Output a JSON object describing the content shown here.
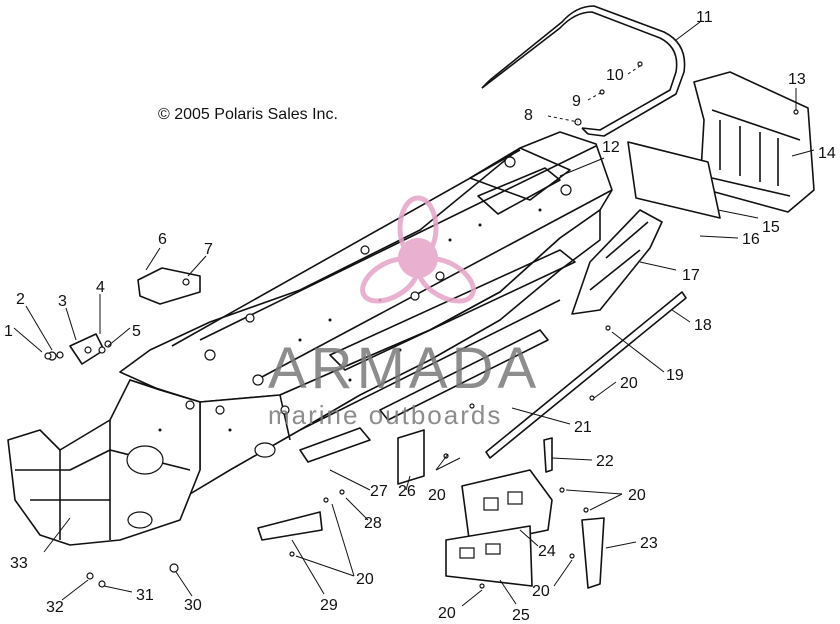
{
  "copyright": "© 2005 Polaris Sales Inc.",
  "watermark": {
    "brand": "ARMADA",
    "tagline": "marine outboards",
    "logo_color": "#e7a3c7",
    "text_color": "#7a7a7a"
  },
  "callouts": {
    "c1": "1",
    "c2": "2",
    "c3": "3",
    "c4": "4",
    "c5": "5",
    "c6": "6",
    "c7": "7",
    "c8": "8",
    "c9": "9",
    "c10": "10",
    "c11": "11",
    "c12": "12",
    "c13": "13",
    "c14": "14",
    "c15": "15",
    "c16": "16",
    "c17": "17",
    "c18": "18",
    "c19": "19",
    "c20a": "20",
    "c21": "21",
    "c22": "22",
    "c20b": "20",
    "c20c": "20",
    "c23": "23",
    "c24": "24",
    "c26": "26",
    "c27": "27",
    "c28": "28",
    "c20d": "20",
    "c20e": "20",
    "c25": "25",
    "c20f": "20",
    "c29": "29",
    "c30": "30",
    "c31": "31",
    "c32": "32",
    "c33": "33"
  }
}
